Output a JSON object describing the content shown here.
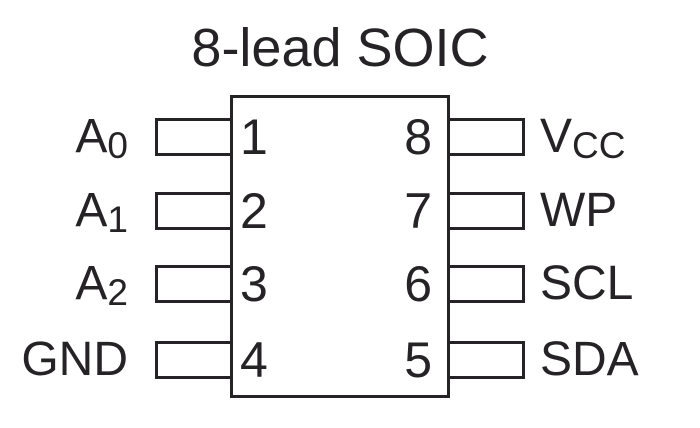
{
  "title": "8-lead SOIC",
  "colors": {
    "ink": "#262326",
    "background": "#ffffff"
  },
  "package": {
    "left_pins": [
      {
        "number": "1",
        "label_main": "A",
        "label_sub": "0"
      },
      {
        "number": "2",
        "label_main": "A",
        "label_sub": "1"
      },
      {
        "number": "3",
        "label_main": "A",
        "label_sub": "2"
      },
      {
        "number": "4",
        "label_main": "GND",
        "label_sub": ""
      }
    ],
    "right_pins": [
      {
        "number": "8",
        "label_main": "V",
        "label_sub": "CC"
      },
      {
        "number": "7",
        "label_main": "WP",
        "label_sub": ""
      },
      {
        "number": "6",
        "label_main": "SCL",
        "label_sub": ""
      },
      {
        "number": "5",
        "label_main": "SDA",
        "label_sub": ""
      }
    ]
  }
}
